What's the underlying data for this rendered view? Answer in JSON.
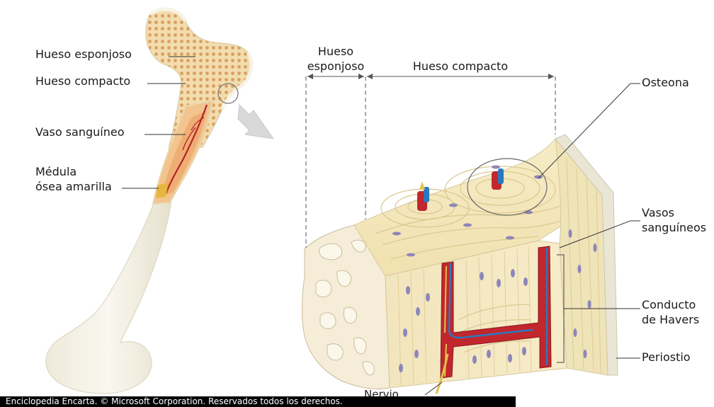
{
  "labels": {
    "left": {
      "spongy": "Hueso esponjoso",
      "compact": "Hueso compacto",
      "vessel": "Vaso sanguíneo",
      "marrow_1": "Médula",
      "marrow_2": "ósea amarilla"
    },
    "right": {
      "spongy_1": "Hueso",
      "spongy_2": "esponjoso",
      "compact": "Hueso compacto",
      "osteon": "Osteona",
      "vessels_1": "Vasos",
      "vessels_2": "sanguíneos",
      "canal_1": "Conducto",
      "canal_2": "de Havers",
      "periosteum": "Periostio",
      "nerve": "Nervio"
    }
  },
  "footer": {
    "credit": "Enciclopedia Encarta. © Microsoft Corporation. Reservados todos los derechos."
  },
  "colors": {
    "bone": "#f6f1dc",
    "bone_shadow": "#e4dcc0",
    "spongy": "#e9c48a",
    "marrow": "#f1b97e",
    "artery": "#c1272d",
    "vein": "#2a78c2",
    "lamella": "#d2bd7c",
    "osteocyte": "#8d86b8"
  }
}
